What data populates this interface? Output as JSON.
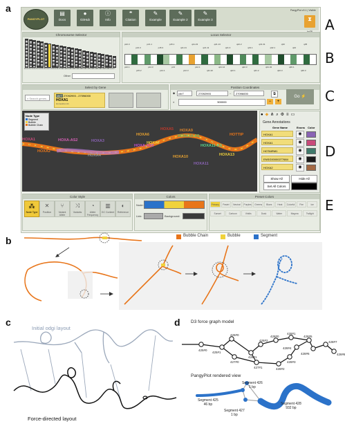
{
  "panel_labels": {
    "a": "a",
    "b": "b",
    "c": "c",
    "d": "d"
  },
  "row_labels": [
    "A",
    "B",
    "C",
    "D",
    "E"
  ],
  "nav": {
    "logo_text": "PANGYPLOT",
    "buttons": [
      "Docs",
      "GitHub",
      "Info",
      "Citation",
      "Example",
      "Example 2",
      "Example 3"
    ],
    "version": "PangyPlot v0.1 | Visible",
    "user_label": "hg38"
  },
  "chromosome_selector": {
    "title": "Chromosome Selector",
    "chromosomes": [
      "chr1",
      "chr2",
      "chr3",
      "chr4",
      "chr5",
      "chr6",
      "chr7",
      "chr8",
      "chr9",
      "chr10",
      "chr11",
      "chr12",
      "chr13",
      "chr14",
      "chr15",
      "chr16",
      "chr17",
      "chr18",
      "chr19",
      "chr20",
      "chr21",
      "chr22",
      "chrX",
      "chrY"
    ],
    "other_label": "Other"
  },
  "locus_selector": {
    "title": "Locus Selector",
    "bands_top": [
      "p22.3",
      "p21.3",
      "p21.1",
      "p15.3",
      "p15.1",
      "q11.21",
      "q11.23",
      "q21.11",
      "q21.13",
      "q21.3",
      "q22.2",
      "q31.1",
      "q31.31",
      "q32.1",
      "q33",
      "q34",
      "q35"
    ],
    "bands_bottom": [
      "p22.1",
      "p15.2",
      "p14.3",
      "p14.1",
      "p13",
      "p12.3",
      "p12.1",
      "q11.22",
      "q21.12",
      "q22.1",
      "q22.3",
      "q31.2",
      "q31.32",
      "q32.3",
      "q36.1",
      "q36.3"
    ]
  },
  "gene_select": {
    "title": "Select by Gene",
    "placeholder": "Search genes...",
    "result_chrom": "chr7",
    "result_range": "27092993 - 27096000",
    "result_gene": "HOXA1",
    "result_note": "Homeobox A1"
  },
  "position": {
    "title": "Position Coordinates",
    "chrom": "chr7",
    "start": "27092993",
    "end": "27096000",
    "flank": "500000",
    "go_label": "Go"
  },
  "graph": {
    "legend_title": "Node Type",
    "legend_items": [
      "Segment",
      "Bubble",
      "Bubble Chain"
    ],
    "genes": [
      "HOXA1",
      "HOXA2",
      "HOXA-AS2",
      "HOXA3",
      "HOXA4",
      "HOXA6",
      "HOXA-AS3",
      "HOXA5",
      "HOXA7",
      "HOXA9",
      "HOXA10-AS",
      "HOXA10",
      "HOXA11-AS",
      "HOXA11",
      "HOXA13",
      "HOTTIP"
    ]
  },
  "gene_annotations": {
    "title": "Gene Annotations",
    "headers": [
      "Gene Name",
      "Exons",
      "Color"
    ],
    "rows": [
      {
        "name": "HOXA1",
        "color": "#8a63b5"
      },
      {
        "name": "HOXA1",
        "color": "#c94a7a"
      },
      {
        "name": "HOTAIRM1",
        "color": "#3f7a6a"
      },
      {
        "name": "ENSG00000277684",
        "color": "#1a1a1a"
      },
      {
        "name": "HOXA2",
        "color": "#a46a44"
      }
    ],
    "show_all": "Show All",
    "hide_all": "Hide All",
    "set_colors": "Set All Colors"
  },
  "color_style": {
    "title": "Color Style",
    "options": [
      "Node Type",
      "Position",
      "Variant Allele",
      "Variants",
      "Allele Frequency",
      "GC Content",
      "Reference"
    ]
  },
  "colors": {
    "title": "Colors",
    "node_label": "Node:",
    "link_label": "Link:",
    "background_label": "Background:"
  },
  "preset_colors": {
    "title": "Preset Colors",
    "row1": [
      "Primary",
      "Pastel",
      "Neutral",
      "Purples",
      "Greens",
      "Blues",
      "Heat",
      "Colorful",
      "Fire",
      "Ice"
    ],
    "row2": [
      "Sunset",
      "Cartoon",
      "Viridis",
      "Dusk",
      "Water",
      "Magma",
      "Twilight"
    ]
  },
  "panel_b": {
    "legend": [
      "Bubble Chain",
      "Bubble",
      "Segment"
    ],
    "colors": {
      "chain": "#e8751a",
      "bubble": "#f0d23c",
      "segment": "#2b72c9"
    }
  },
  "panel_c": {
    "label_initial": "Initial odgi layout",
    "label_force": "Force-directed layout"
  },
  "panel_d": {
    "title_top": "D3 force graph model",
    "title_bottom": "PangyPlot rendered view",
    "nodes_top": [
      "425#0",
      "425#1",
      "426#0",
      "427#0",
      "426#1",
      "426#2",
      "427#1",
      "428#0",
      "428#1",
      "428#2",
      "428#3",
      "428#4",
      "428#5",
      "428#6",
      "428#7",
      "428#8"
    ],
    "segments": [
      {
        "name": "Segment 425",
        "size": "46 bp"
      },
      {
        "name": "Segment 426",
        "size": "1 bp"
      },
      {
        "name": "Segment 427",
        "size": "1 bp"
      },
      {
        "name": "Segment 428",
        "size": "932 bp"
      }
    ]
  }
}
